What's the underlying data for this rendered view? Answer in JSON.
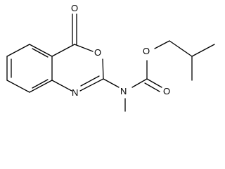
{
  "molecule": {
    "atoms": [
      {
        "id": "o_carbonyl_ring",
        "symbol": "O"
      },
      {
        "id": "o_ring",
        "symbol": "O"
      },
      {
        "id": "n_ring",
        "symbol": "N"
      },
      {
        "id": "n_amine",
        "symbol": "N"
      },
      {
        "id": "o_ester",
        "symbol": "O"
      },
      {
        "id": "o_carbonyl_carbamate",
        "symbol": "O"
      }
    ]
  }
}
